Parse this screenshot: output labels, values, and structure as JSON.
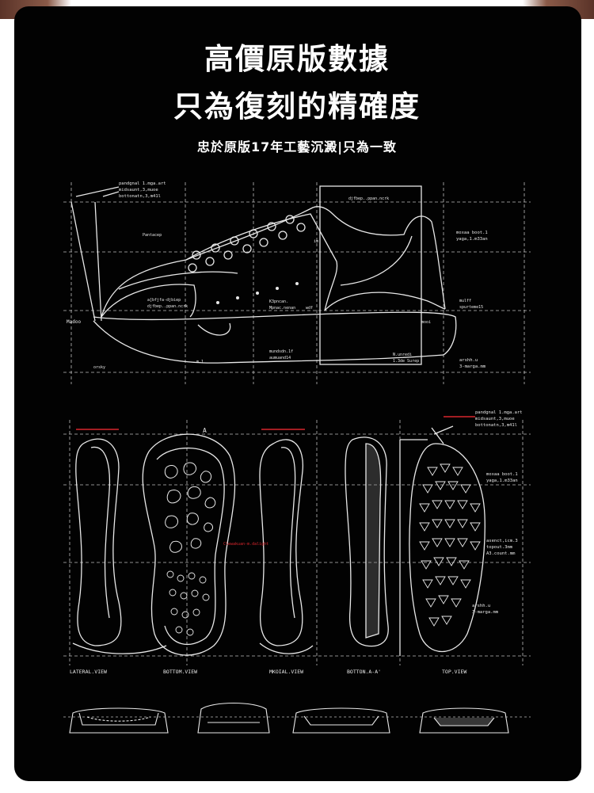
{
  "header": {
    "title_line1": "高價原版數據",
    "title_line2": "只為復刻的精確度",
    "subtitle": "忠於原版17年工藝沉澱|只為一致"
  },
  "blueprint": {
    "side_view_labels": {
      "top_left": [
        "pandgnal 1.mga.art",
        "midsaunt,3,muoe",
        "bottonatn,3,m41l"
      ],
      "top_box": "djfbep..ppan.ncrk",
      "pantacep": "Pantacep",
      "im": "im",
      "right_top": [
        "moxaa boot.1",
        "yaga,1.m33an"
      ],
      "mid_left": [
        "a[bfjfa-djbiep",
        "djfbep..ppan.ncrk"
      ],
      "mid_center": [
        "K3pncan.",
        "Mpnac.nenan"
      ],
      "wdf": "wdf",
      "mul": [
        "mulff",
        "spurteme15"
      ],
      "madoo": "Madoo",
      "mooi": "mooi",
      "bottom_center": [
        "mundsdn.1f",
        "aumuand14"
      ],
      "bottom_right": [
        "N.unredi",
        "1.3de Surep"
      ],
      "m1": "m.1",
      "orsky": "orsky",
      "right_bottom": [
        "arshh.u",
        "3-marga.mm"
      ]
    },
    "views": {
      "lateral": "LATERAL.VIEW",
      "bottom": "BOTTOM.VIEW",
      "medial": "MKOIAL.VIEW",
      "botton": "BOTTON.A-A'",
      "top": "TOP.VIEW"
    },
    "marker": "A",
    "sole_labels": {
      "right_top": [
        "pandgnal 1.mga.art",
        "midsaunt,3,muoe",
        "bottonatn,3,m41l"
      ],
      "right_mid": [
        "moxaa boot.1",
        "yaga,1.m33an"
      ],
      "right_lower": [
        "asenct,icm.3",
        "topout.3mm",
        "A3.count.mm"
      ],
      "right_bottom": [
        "arshh.u",
        "3-marga.mm"
      ],
      "red_note": "Clewakuan-m.dalight"
    },
    "colors": {
      "line": "#e8e8e8",
      "guide": "#bdbdbd",
      "accent_red": "#d8262d",
      "panel": "#020202"
    }
  }
}
